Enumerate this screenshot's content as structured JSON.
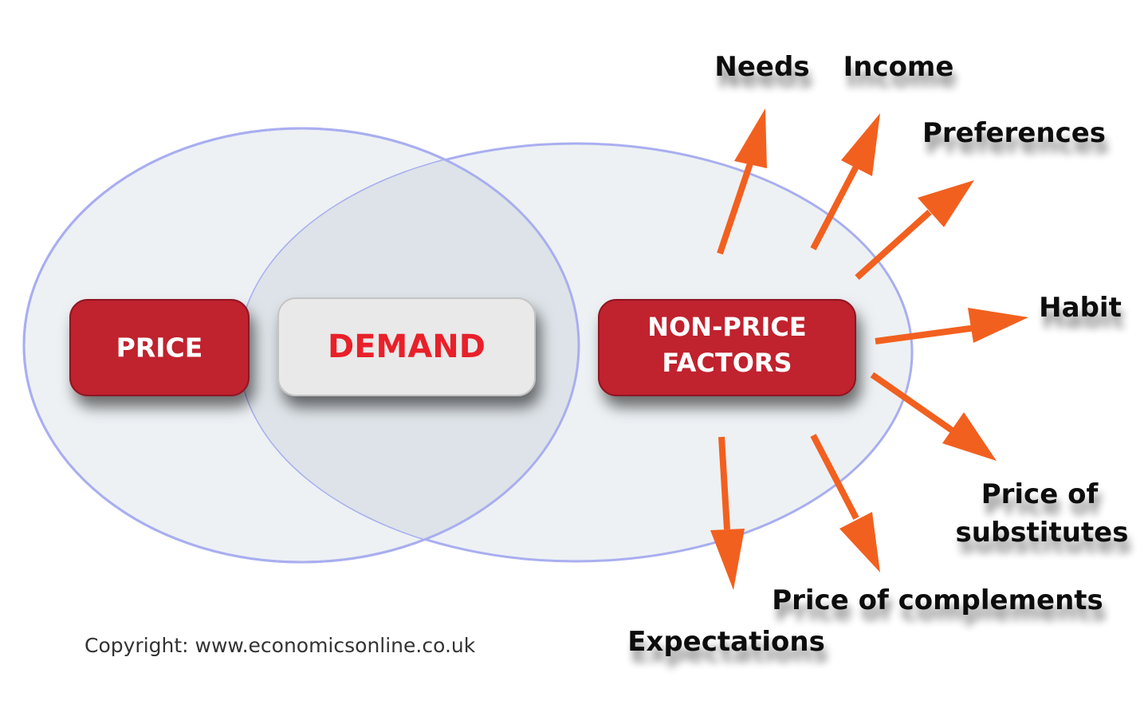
{
  "colors": {
    "ellipse_fill": "#edf1f4",
    "ellipse_overlap_fill": "#dde3e8",
    "ellipse_stroke": "#a9aef0",
    "box_red": "#c0212f",
    "box_red_border": "#8e1620",
    "box_grey": "#e9e9e9",
    "arrow": "#f2601f",
    "demand_text": "#e8202a",
    "box_text_light": "#ffffff"
  },
  "boxes": {
    "price": "PRICE",
    "demand": "DEMAND",
    "non_price_line1": "NON-PRICE",
    "non_price_line2": "FACTORS"
  },
  "factors": {
    "needs": "Needs",
    "income": "Income",
    "preferences": "Preferences",
    "habit": "Habit",
    "substitutes_line1": "Price of",
    "substitutes_line2": "substitutes",
    "complements": "Price of complements",
    "expectations": "Expectations"
  },
  "copyright": "Copyright: www.economicsonline.co.uk"
}
